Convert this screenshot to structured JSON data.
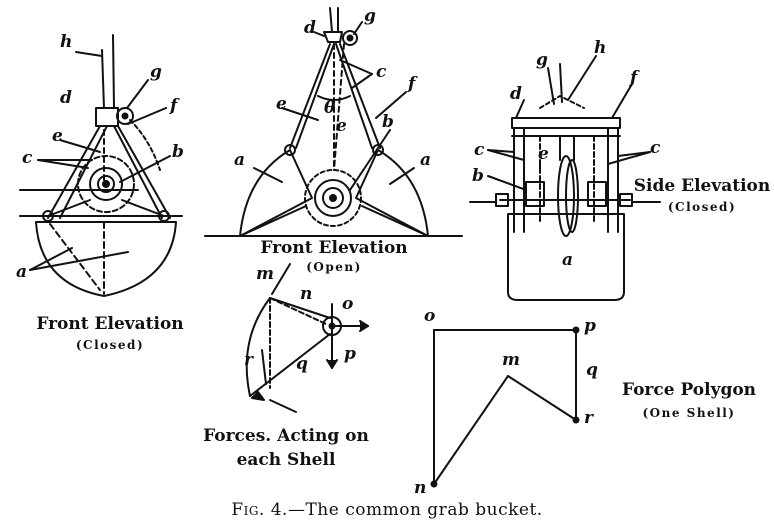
{
  "figure": {
    "number": "Fig. 4.",
    "caption": "—The common grab bucket."
  },
  "views": {
    "front_closed": {
      "title": "Front Elevation",
      "subtitle": "(Closed)"
    },
    "front_open": {
      "title": "Front Elevation",
      "subtitle": "(Open)"
    },
    "side_closed": {
      "title": "Side Elevation",
      "subtitle": "(Closed)"
    },
    "forces": {
      "title_line1": "Forces. Acting on",
      "title_line2": "each Shell"
    },
    "polygon": {
      "title": "Force Polygon",
      "subtitle": "(One Shell)"
    }
  },
  "labels": {
    "front_closed": [
      "h",
      "g",
      "d",
      "f",
      "e",
      "c",
      "b",
      "a"
    ],
    "front_open": [
      "d",
      "g",
      "e",
      "c",
      "f",
      "θ",
      "e",
      "b",
      "a",
      "a"
    ],
    "side_closed": [
      "g",
      "h",
      "d",
      "f",
      "c",
      "e",
      "c",
      "b",
      "a"
    ],
    "forces": [
      "m",
      "n",
      "o",
      "p",
      "r",
      "q"
    ],
    "polygon": [
      "o",
      "p",
      "q",
      "m",
      "r",
      "n"
    ]
  },
  "colors": {
    "ink": "#111111",
    "paper": "#ffffff"
  }
}
